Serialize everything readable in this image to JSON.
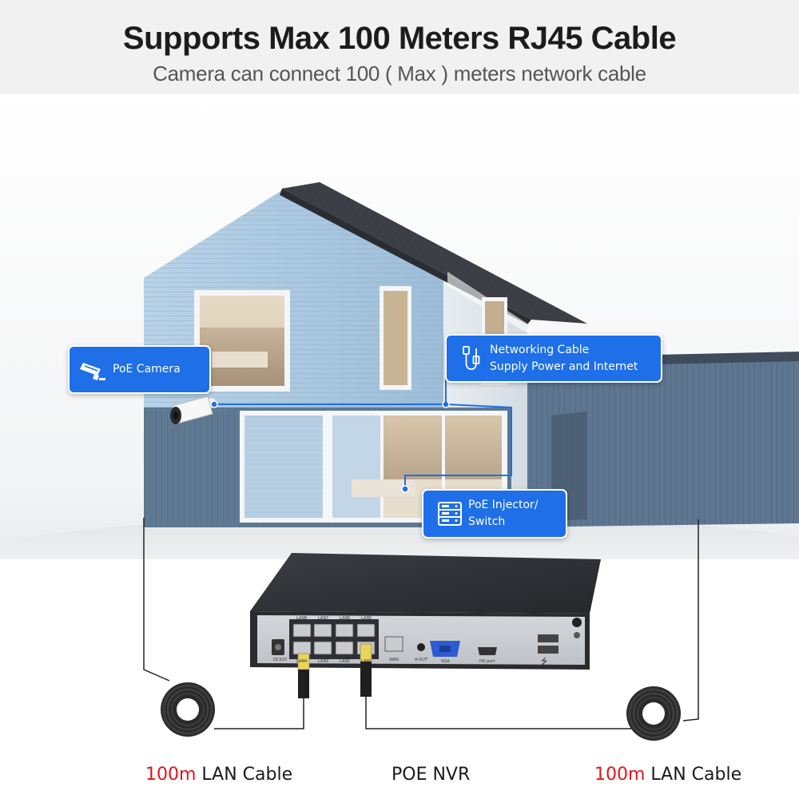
{
  "header": {
    "title": "Supports Max 100 Meters RJ45 Cable",
    "subtitle": "Camera can connect 100 ( Max ) meters network cable"
  },
  "callouts": {
    "camera": {
      "label": "PoE Camera",
      "icon": "cctv-camera-icon"
    },
    "cable": {
      "line1": "Networking Cable",
      "line2": "Supply Power and Internet",
      "icon": "ethernet-cable-icon"
    },
    "injector": {
      "line1": "PoE Injector/",
      "line2": "Switch",
      "icon": "switch-rack-icon"
    }
  },
  "nvr": {
    "ports": {
      "lan8": "LAN8",
      "lan7": "LAN7",
      "lan6": "LAN6",
      "lan5": "LAN5",
      "lan4": "LAN4",
      "lan3": "LAN3",
      "lan2": "LAN2",
      "lan1": "LAN1",
      "dc": "DC52V",
      "wan": "WAN",
      "aout": "A-OUT",
      "vga": "VGA",
      "hd": "HD port"
    }
  },
  "captions": {
    "left_red": "100m",
    "left_rest": " LAN Cable",
    "center": "POE NVR",
    "right_red": "100m",
    "right_rest": " LAN Cable"
  },
  "colors": {
    "accent_blue": "#1e6fe8",
    "caption_red": "#e4141b",
    "house_wall": "#a9c6df",
    "roof": "#3c4046",
    "garage": "#5e7690"
  }
}
